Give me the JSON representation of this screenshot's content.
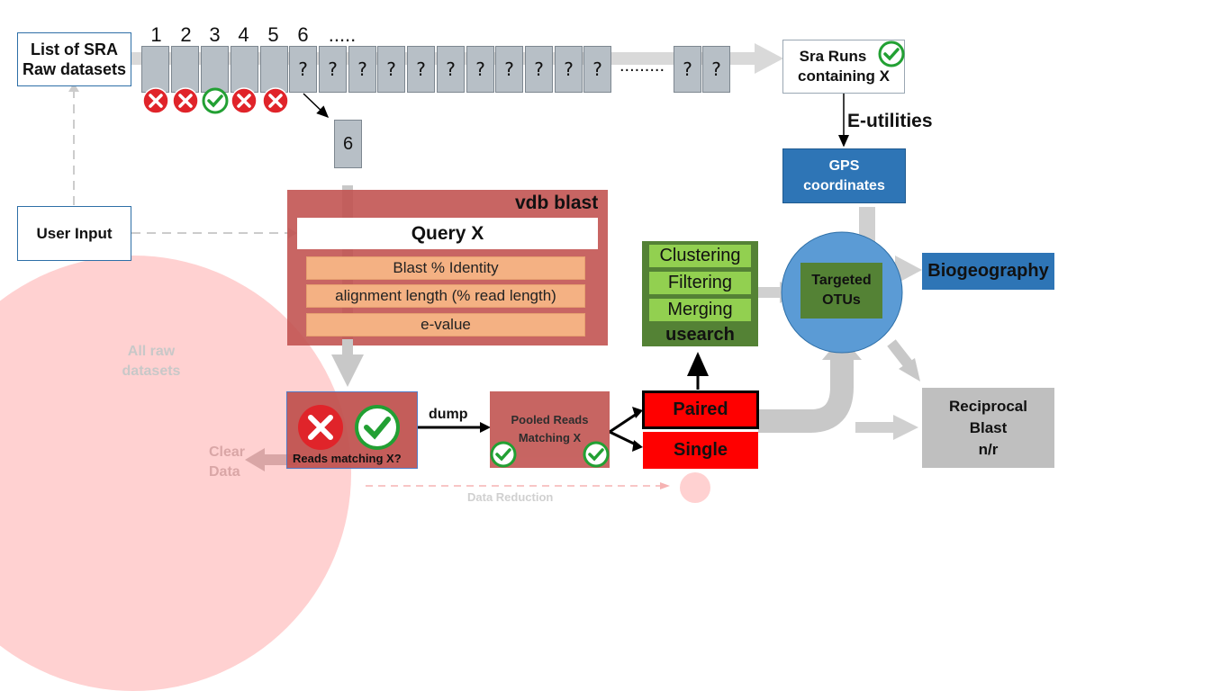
{
  "sra_list": {
    "label_line1": "List of SRA",
    "label_line2": "Raw datasets"
  },
  "dataset_numbers": [
    "1",
    "2",
    "3",
    "4",
    "5",
    "6"
  ],
  "dataset_dots": ".....",
  "unknown_marker": "?",
  "row_ellipsis": ".........",
  "dataset_status": [
    "fail",
    "fail",
    "pass",
    "fail",
    "fail"
  ],
  "sra_runs": {
    "line1": "Sra Runs",
    "line2": "containing X"
  },
  "e_utilities": "E-utilities",
  "gps": {
    "line1": "GPS",
    "line2": "coordinates"
  },
  "current_item": "6",
  "user_input": "User Input",
  "vdb_blast": {
    "title": "vdb blast",
    "query": "Query X",
    "params": [
      "Blast % Identity",
      "alignment length (% read length)",
      "e-value"
    ]
  },
  "all_raw": {
    "line1": "All raw",
    "line2": "datasets"
  },
  "reads_matching": "Reads matching X?",
  "dump": "dump",
  "pooled": {
    "line1": "Pooled Reads",
    "line2": "Matching X"
  },
  "paired": "Paired",
  "single": "Single",
  "usearch": {
    "steps": [
      "Clustering",
      "Filtering",
      "Merging"
    ],
    "label": "usearch"
  },
  "targeted_otus": {
    "line1": "Targeted",
    "line2": "OTUs"
  },
  "biogeography": "Biogeography",
  "reciprocal": {
    "line1": "Reciprocal",
    "line2": "Blast",
    "line3": "n/r"
  },
  "clear_data": {
    "line1": "Clear",
    "line2": "Data"
  },
  "data_reduction": "Data Reduction",
  "colors": {
    "red_box": "#c0504d",
    "red_strong": "#ff0000",
    "blue_box": "#2e75b6",
    "green_dark": "#548235",
    "green_light": "#92d050",
    "grey_box": "#bfbfbf",
    "salmon": "#f4b183",
    "pink_circle": "#ffd1d1",
    "otu_circle": "#5b9bd5"
  },
  "icons": [
    "cross-circle-icon",
    "check-circle-icon"
  ]
}
